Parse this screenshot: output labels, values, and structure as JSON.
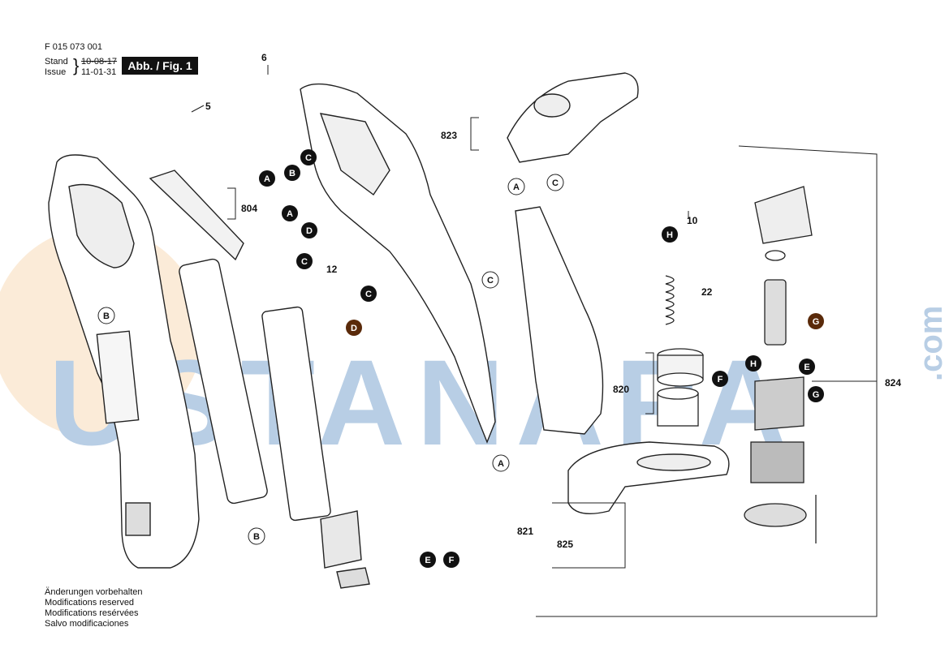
{
  "header": {
    "doc_number": "F 015 073 001",
    "stand_label": "Stand",
    "issue_label": "Issue",
    "date_old": "10-08-17",
    "date_new": "11-01-31",
    "figure_label": "Abb. / Fig. 1"
  },
  "notes": [
    "Änderungen vorbehalten",
    "Modifications reserved",
    "Modifications resérvées",
    "Salvo modificaciones"
  ],
  "part_numbers": {
    "p6": "6",
    "p5": "5",
    "p804": "804",
    "p12": "12",
    "p823": "823",
    "p10": "10",
    "p22": "22",
    "p820": "820",
    "p824": "824",
    "p821": "821",
    "p825": "825"
  },
  "callouts": {
    "A": "A",
    "B": "B",
    "C": "C",
    "D": "D",
    "E": "E",
    "F": "F",
    "G": "G",
    "H": "H"
  },
  "watermark": {
    "main": "USTANAPA",
    "suffix": ".com"
  },
  "colors": {
    "callout_fill": "#111111",
    "callout_highlight": "#5a2a0a",
    "watermark_blue": "#7fa6cf",
    "watermark_orange": "#f3c48a",
    "line": "#222222"
  }
}
